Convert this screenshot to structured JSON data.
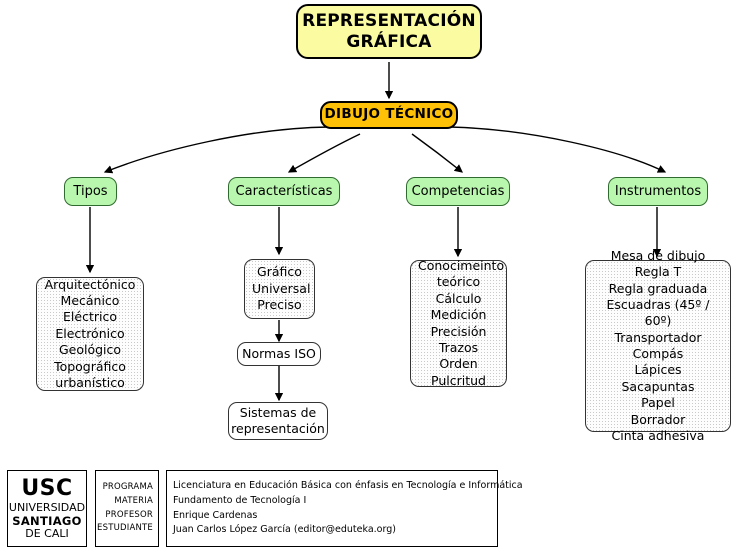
{
  "diagram": {
    "title": "REPRESENTACIÓN GRÁFICA",
    "root": {
      "label_line1": "REPRESENTACIÓN",
      "label_line2": "GRÁFICA"
    },
    "main": {
      "label": "DIBUJO TÉCNICO"
    },
    "categories": [
      {
        "label": "Tipos"
      },
      {
        "label": "Características"
      },
      {
        "label": "Competencias"
      },
      {
        "label": "Instrumentos"
      }
    ],
    "lists": {
      "tipos": [
        "Arquitectónico",
        "Mecánico",
        "Eléctrico",
        "Electrónico",
        "Geológico",
        "Topográfico",
        "urbanístico"
      ],
      "caracteristicas": [
        "Gráfico",
        "Universal",
        "Preciso"
      ],
      "competencias": [
        "Conocimeinto",
        "teórico",
        "Cálculo",
        "Medición",
        "Precisión",
        "Trazos",
        "Orden",
        "Pulcritud"
      ],
      "instrumentos": [
        "Mesa de dibujo",
        "Regla T",
        "Regla graduada",
        "Escuadras (45º / 60º)",
        "Transportador",
        "Compás",
        "Lápices",
        "Sacapuntas",
        "Papel",
        "Borrador",
        "Cinta adhesiva"
      ]
    },
    "normas": {
      "label": "Normas ISO"
    },
    "sistemas": {
      "label_line1": "Sistemas de",
      "label_line2": "representación"
    },
    "colors": {
      "root_fill": "#fbfba2",
      "main_fill": "#ffc107",
      "category_fill": "#b9f6ae",
      "category_border": "#2f6b2f",
      "list_fill": "#fdfdfd",
      "stroke": "#000000"
    }
  },
  "footer": {
    "logo": {
      "acronym": "USC",
      "line1": "UNIVERSIDAD",
      "line2": "SANTIAGO",
      "line3": "DE CALI"
    },
    "labels": [
      "PROGRAMA",
      "MATERIA",
      "PROFESOR",
      "ESTUDIANTE"
    ],
    "values": [
      "Licenciatura en Educación Básica con énfasis en Tecnología e Informática",
      "Fundamento de Tecnología I",
      "Enrique Cardenas",
      "Juan Carlos López García (editor@eduteka.org)"
    ]
  }
}
